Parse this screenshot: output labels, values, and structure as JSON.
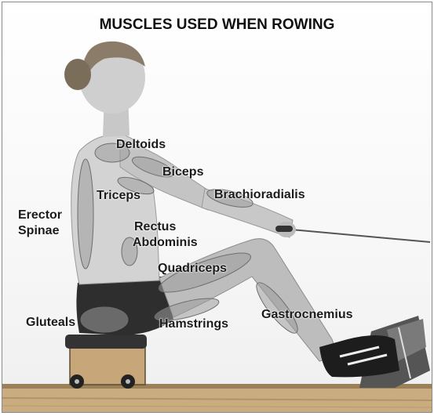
{
  "title": "MUSCLES USED WHEN ROWING",
  "labels": {
    "deltoids": "Deltoids",
    "biceps": "Biceps",
    "triceps": "Triceps",
    "brachioradialis": "Brachioradialis",
    "erector_line1": "Erector",
    "erector_line2": "Spinae",
    "rectus_line1": "Rectus",
    "rectus_line2": "Abdominis",
    "quadriceps": "Quadriceps",
    "gluteals": "Gluteals",
    "hamstrings": "Hamstrings",
    "gastrocnemius": "Gastrocnemius"
  },
  "icons": {
    "figure": "rower-figure-icon",
    "machine": "rowing-machine-icon"
  }
}
